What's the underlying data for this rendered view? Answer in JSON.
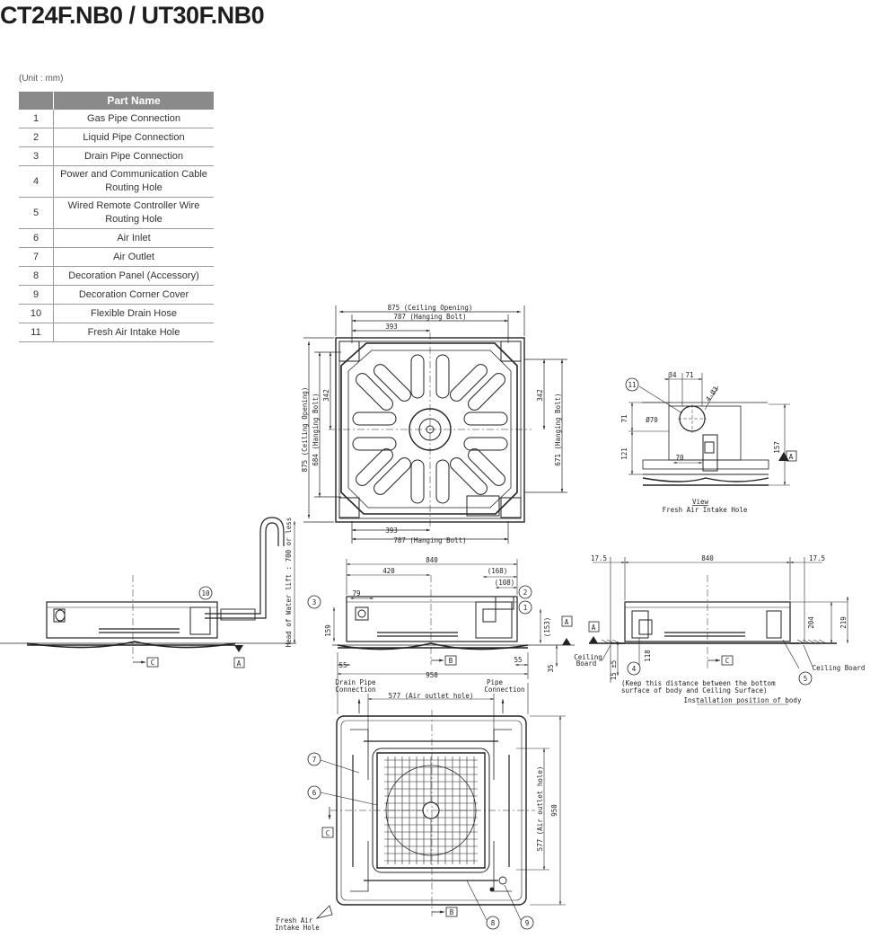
{
  "title": "CT24F.NB0 / UT30F.NB0",
  "unit": "(Unit : mm)",
  "table": {
    "col_no": "",
    "col_name": "Part Name",
    "rows": [
      {
        "no": "1",
        "name": "Gas Pipe Connection"
      },
      {
        "no": "2",
        "name": "Liquid Pipe Connection"
      },
      {
        "no": "3",
        "name": "Drain Pipe Connection"
      },
      {
        "no": "4",
        "name": "Power and Communication Cable Routing Hole"
      },
      {
        "no": "5",
        "name": "Wired Remote Controller Wire Routing Hole"
      },
      {
        "no": "6",
        "name": "Air Inlet"
      },
      {
        "no": "7",
        "name": "Air Outlet"
      },
      {
        "no": "8",
        "name": "Decoration Panel (Accessory)"
      },
      {
        "no": "9",
        "name": "Decoration Corner Cover"
      },
      {
        "no": "10",
        "name": "Flexible Drain Hose"
      },
      {
        "no": "11",
        "name": "Fresh Air Intake Hole"
      }
    ]
  },
  "labels": {
    "ceiling_opening_875": "875 (Ceiling Opening)",
    "hanging_bolt_787": "787 (Hanging Bolt)",
    "d393": "393",
    "d342": "342",
    "v_ceiling_opening": "875 (Ceiling Opening)",
    "v_hanging_bolt_684": "684 (Hanging Bolt)",
    "v_hanging_bolt_671": "671 (Hanging Bolt)",
    "head_of_water": "Head of Water lift : 700 or less",
    "d840": "840",
    "d420": "420",
    "d168": "(168)",
    "d108": "(108)",
    "d79": "79",
    "d159": "159",
    "d153": "(153)",
    "d35": "35",
    "d55": "55",
    "d950": "950",
    "d17_5": "17.5",
    "d204": "204",
    "d219": "219",
    "d15": "15 ±5",
    "d118": "118",
    "d34": "34",
    "d71": "71",
    "phi3": "4-Ø3",
    "phi70": "Ø70",
    "d121": "121",
    "d70": "70",
    "d157": "157",
    "view": "View",
    "fresh_air_intake_hole": "Fresh Air Intake Hole",
    "fresh_air_1": "Fresh Air",
    "fresh_air_2": "Intake Hole",
    "ceiling_board": "Ceiling Board",
    "ceiling_board_1": "Ceiling",
    "ceiling_board_2": "Board",
    "keep_distance_1": "(Keep this distance between the bottom",
    "keep_distance_2": "surface of body and Ceiling Surface)",
    "installation_position": "Installation position of body",
    "drain_pipe_1": "Drain Pipe",
    "drain_pipe_2": "Connection",
    "pipe_1": "Pipe",
    "pipe_2": "Connection",
    "air_outlet_hole_577": "577 (Air outlet hole)",
    "ref_A": "A",
    "ref_B": "B",
    "ref_C": "C",
    "c1": "1",
    "c2": "2",
    "c3": "3",
    "c4": "4",
    "c5": "5",
    "c6": "6",
    "c7": "7",
    "c8": "8",
    "c9": "9",
    "c10": "10",
    "c11": "11"
  }
}
